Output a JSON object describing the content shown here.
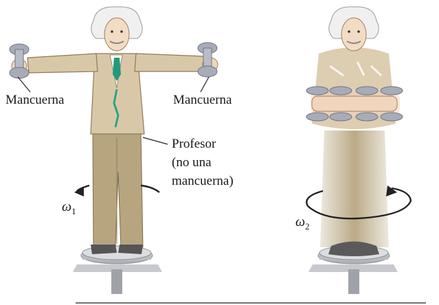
{
  "labels": {
    "dumbbell_left": "Mancuerna",
    "dumbbell_right": "Mancuerna",
    "professor_line1": "Profesor",
    "professor_line2": "(no una",
    "professor_line3": "mancuerna)",
    "omega_symbol": "ω",
    "omega1_sub": "1",
    "omega2_sub": "2"
  },
  "colors": {
    "jacket": "#d9c8a8",
    "pants": "#b7a57f",
    "tie": "#1f9a7a",
    "dumbbell": "#a7acb8",
    "stand": "#c5c7cc",
    "shoes": "#555555"
  }
}
